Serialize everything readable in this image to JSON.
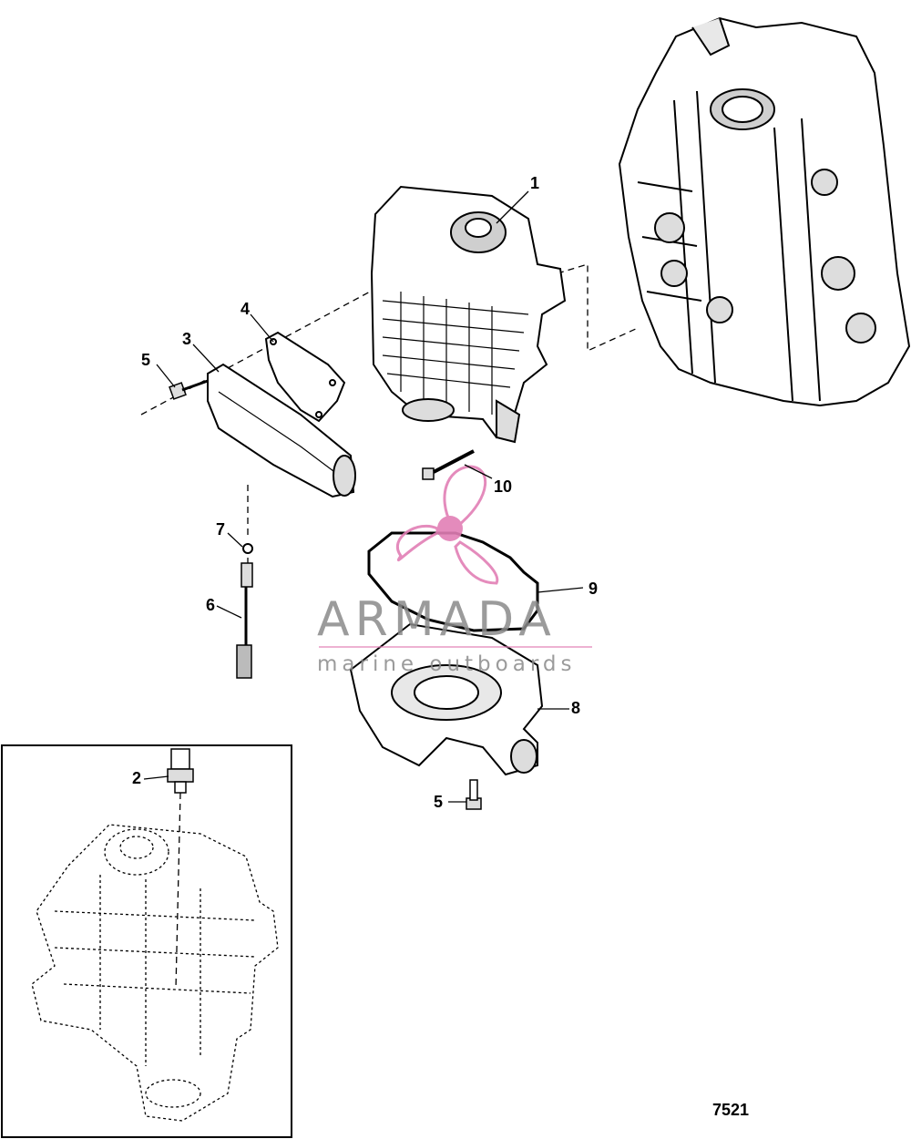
{
  "callouts": {
    "c1": "1",
    "c2": "2",
    "c3": "3",
    "c4": "4",
    "c5a": "5",
    "c5b": "5",
    "c6": "6",
    "c7": "7",
    "c8": "8",
    "c9": "9",
    "c10": "10"
  },
  "watermark": {
    "brand": "ARMADA",
    "tagline": "marine outboards",
    "accent_color": "#e27fb5",
    "text_color": "#8a8a8a"
  },
  "figure_number": "7521",
  "icons": {
    "logo": "propeller-logo-icon"
  }
}
